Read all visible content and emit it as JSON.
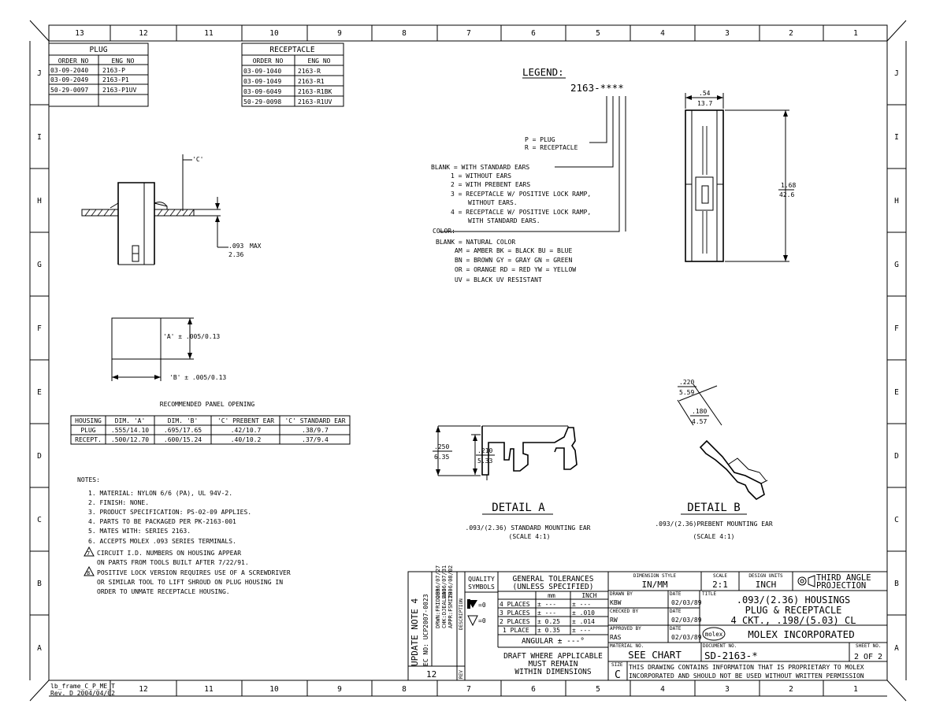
{
  "frame": {
    "top_cols": [
      "13",
      "12",
      "11",
      "10",
      "9",
      "8",
      "7",
      "6",
      "5",
      "4",
      "3",
      "2",
      "1"
    ],
    "bottom_cols": [
      "12",
      "11",
      "10",
      "9",
      "8",
      "7",
      "6",
      "5",
      "4",
      "3",
      "2",
      "1"
    ],
    "rows": [
      "J",
      "I",
      "H",
      "G",
      "F",
      "E",
      "D",
      "C",
      "B",
      "A"
    ],
    "frame_id_line1": "lb_frame_C_P_ME_T",
    "frame_id_line2": "Rev. D 2004/04/02"
  },
  "plug_table": {
    "title": "PLUG",
    "headers": [
      "ORDER NO",
      "ENG NO"
    ],
    "rows": [
      [
        "03-09-2040",
        "2163-P"
      ],
      [
        "03-09-2049",
        "2163-P1"
      ],
      [
        "50-29-0097",
        "2163-P1UV"
      ]
    ]
  },
  "receptacle_table": {
    "title": "RECEPTACLE",
    "headers": [
      "ORDER NO",
      "ENG NO"
    ],
    "rows": [
      [
        "03-09-1040",
        "2163-R"
      ],
      [
        "03-09-1049",
        "2163-R1"
      ],
      [
        "03-09-6049",
        "2163-R1BK"
      ],
      [
        "50-29-0098",
        "2163-R1UV"
      ]
    ]
  },
  "legend": {
    "title": "LEGEND:",
    "part": "2163-****",
    "lines": [
      "P = PLUG",
      "R = RECEPTACLE",
      "BLANK = WITH STANDARD EARS",
      "1 = WITHOUT EARS",
      "2 = WITH PREBENT EARS",
      "3 = RECEPTACLE W/ POSITIVE LOCK RAMP,",
      "WITHOUT EARS.",
      "4 = RECEPTACLE W/ POSITIVE LOCK RAMP,",
      "WITH STANDARD EARS.",
      "COLOR:",
      "BLANK = NATURAL COLOR",
      "AM = AMBER   BK = BLACK  BU = BLUE",
      "BN = BROWN   GY = GRAY   GN = GREEN",
      "OR = ORANGE  RD = RED    YW = YELLOW",
      "UV = BLACK UV RESISTANT"
    ]
  },
  "dims": {
    "c_label": "'C'",
    "max_top": ".093",
    "max_unit": "MAX",
    "max_bottom": "2.36",
    "a_label": "'A' ± .005/0.13",
    "b_label": "'B' ± .005/0.13",
    "w_top": ".54",
    "w_bottom": "13.7",
    "h_top": "1.68",
    "h_bottom": "42.6",
    "da_top": ".250",
    "da_bottom": "6.35",
    "da2_top": ".210",
    "da2_bottom": "5.33",
    "db_top": ".220",
    "db_bottom": "5.59",
    "db2_top": ".180",
    "db2_bottom": "4.57"
  },
  "panel_table": {
    "title": "RECOMMENDED PANEL OPENING",
    "headers": [
      "HOUSING",
      "DIM. 'A'",
      "DIM. 'B'",
      "'C' PREBENT EAR",
      "'C' STANDARD EAR"
    ],
    "rows": [
      [
        "PLUG",
        ".555/14.10",
        ".695/17.65",
        ".42/10.7",
        ".38/9.7"
      ],
      [
        "RECEPT.",
        ".500/12.70",
        ".600/15.24",
        ".40/10.2",
        ".37/9.4"
      ]
    ]
  },
  "notes": {
    "title": "NOTES:",
    "items": [
      "1. MATERIAL: NYLON 6/6 (PA), UL 94V-2.",
      "2. FINISH: NONE.",
      "3. PRODUCT SPECIFICATION: PS-02-09 APPLIES.",
      "4. PARTS TO BE PACKAGED PER PK-2163-001",
      "5. MATES WITH: SERIES 2163.",
      "6. ACCEPTS MOLEX .093 SERIES TERMINALS.",
      "CIRCUIT I.D. NUMBERS ON HOUSING APPEAR",
      "ON PARTS FROM TOOLS BUILT AFTER 7/22/91.",
      "POSITIVE LOCK VERSION REQUIRES USE OF A SCREWDRIVER",
      "OR SIMILAR TOOL TO LIFT SHROUD ON PLUG HOUSING IN",
      "ORDER TO UNMATE RECEPTACLE HOUSING."
    ],
    "flag7": "7",
    "flag8": "8"
  },
  "detail_a": {
    "title": "DETAIL A",
    "caption": ".093/(2.36) STANDARD MOUNTING EAR",
    "scale": "(SCALE 4:1)"
  },
  "detail_b": {
    "title": "DETAIL B",
    "caption": ".093/(2.36)PREBENT MOUNTING EAR",
    "scale": "(SCALE 4:1)"
  },
  "title_block": {
    "rev_lines": [
      "UPDATE NOTE 4",
      "EC NO: UCP2007-0023",
      "DRWN:FRIDDER",
      "CHK:DJEALHAG",
      "APPR:FSMITH"
    ],
    "rev_dates": [
      "2006/07/27",
      "2006/07/31",
      "2006/08/02"
    ],
    "rev_desc_label": "DESCRIPTION",
    "rev_label": "REV",
    "rev_value": "12",
    "quality": "QUALITY",
    "symbols": "SYMBOLS",
    "tol_title1": "GENERAL TOLERANCES",
    "tol_title2": "(UNLESS SPECIFIED)",
    "tol_mm": "mm",
    "tol_inch": "INCH",
    "tol_rows": [
      [
        "4 PLACES",
        "± ---",
        "± ---"
      ],
      [
        "3 PLACES",
        "± ---",
        "± .010"
      ],
      [
        "2 PLACES",
        "± 0.25",
        "± .014"
      ],
      [
        "1 PLACE",
        "± 0.35",
        "± ---"
      ]
    ],
    "angular": "ANGULAR ± ---°",
    "draft1": "DRAFT WHERE APPLICABLE",
    "draft2": "MUST REMAIN",
    "draft3": "WITHIN DIMENSIONS",
    "sym1": "=0",
    "sym2": "=0",
    "dim_style_label": "DIMENSION STYLE",
    "dim_style": "IN/MM",
    "scale_label": "SCALE",
    "scale": "2:1",
    "units_label": "DESIGN UNITS",
    "units": "INCH",
    "projection1": "THIRD ANGLE",
    "projection2": "PROJECTION",
    "drawn_label": "DRAWN BY",
    "drawn_by": "KBW",
    "drawn_date": "02/03/89",
    "checked_label": "CHECKED BY",
    "checked_by": "RW",
    "checked_date": "02/03/89",
    "approved_label": "APPROVED BY",
    "approved_by": "RAS",
    "approved_date": "02/03/89",
    "date_label": "DATE",
    "title_label": "TITLE",
    "title1": ".093/(2.36) HOUSINGS",
    "title2": "PLUG & RECEPTACLE",
    "title3": "4 CKT., .198/(5.03) CL",
    "molex_logo": "molex",
    "company": "MOLEX INCORPORATED",
    "material_label": "MATERIAL NO.",
    "material": "SEE CHART",
    "doc_label": "DOCUMENT NO.",
    "doc_no": "SD-2163-*",
    "sheet_label": "SHEET NO.",
    "sheet": "2 OF 2",
    "size_label": "SIZE",
    "size": "C",
    "proprietary1": "THIS DRAWING CONTAINS INFORMATION THAT IS PROPRIETARY TO MOLEX",
    "proprietary2": "INCORPORATED AND SHOULD NOT BE USED WITHOUT WRITTEN PERMISSION"
  }
}
